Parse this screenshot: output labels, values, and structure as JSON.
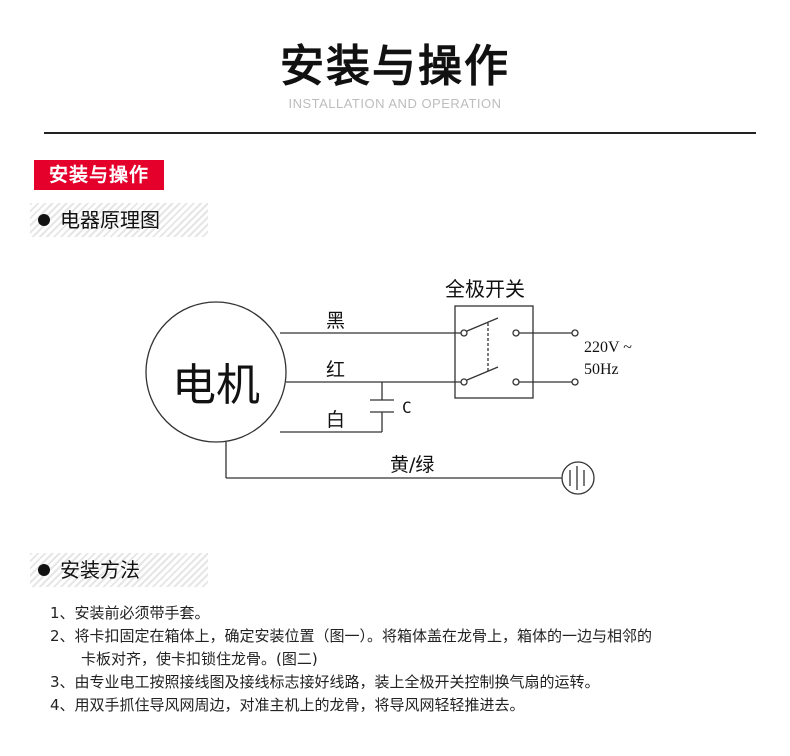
{
  "header": {
    "title": "安装与操作",
    "subtitle": "INSTALLATION AND OPERATION",
    "tag": "安装与操作"
  },
  "sections": {
    "diagram_title": "电器原理图",
    "install_title": "安装方法"
  },
  "diagram": {
    "motor_label": "电机",
    "switch_label": "全极开关",
    "wire_black": "黑",
    "wire_red": "红",
    "wire_white": "白",
    "capacitor": "C",
    "wire_ground": "黄/绿",
    "supply_voltage": "220V ~",
    "supply_freq": "50Hz"
  },
  "steps": [
    "1、安装前必须带手套。",
    "2、将卡扣固定在箱体上，确定安装位置（图一）。将箱体盖在龙骨上，箱体的一边与相邻的",
    "卡板对齐，使卡扣锁住龙骨。(图二)",
    "3、由专业电工按照接线图及接线标志接好线路，装上全极开关控制换气扇的运转。",
    "4、用双手抓住导风网周边，对准主机上的龙骨，将导风网轻轻推进去。"
  ]
}
